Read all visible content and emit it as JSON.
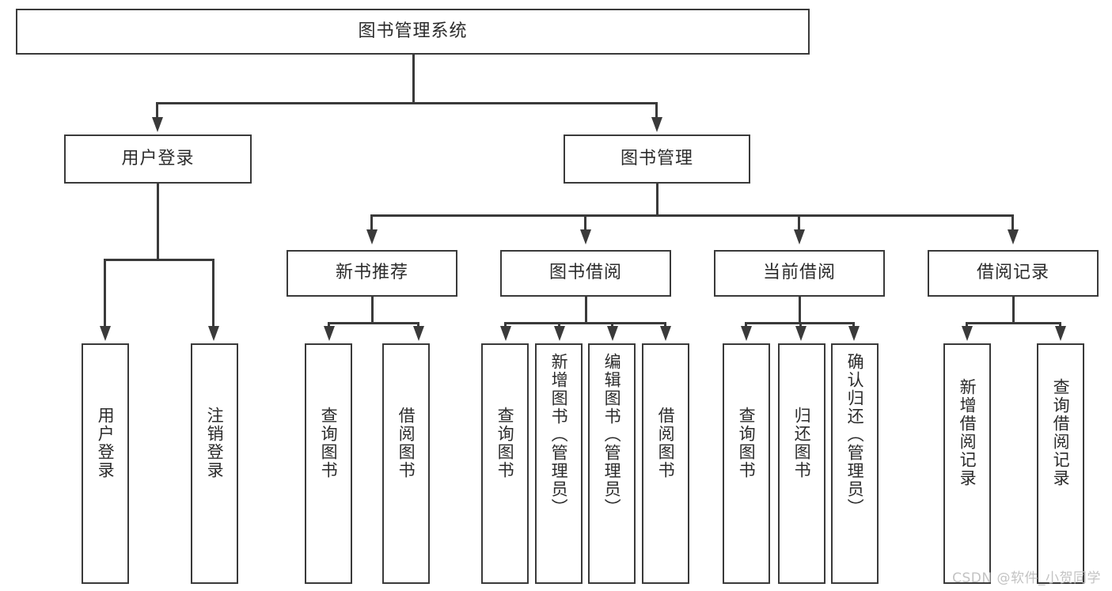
{
  "diagram": {
    "type": "tree-hierarchy",
    "root": {
      "label": "图书管理系统"
    },
    "level2": [
      {
        "label": "用户登录"
      },
      {
        "label": "图书管理"
      }
    ],
    "level3": [
      {
        "label": "新书推荐"
      },
      {
        "label": "图书借阅"
      },
      {
        "label": "当前借阅"
      },
      {
        "label": "借阅记录"
      }
    ],
    "leaves": [
      {
        "label": "用户登录"
      },
      {
        "label": "注销登录"
      },
      {
        "label": "查询图书"
      },
      {
        "label": "借阅图书"
      },
      {
        "label": "查询图书"
      },
      {
        "label": "新增图书（管理员）"
      },
      {
        "label": "编辑图书（管理员）"
      },
      {
        "label": "借阅图书"
      },
      {
        "label": "查询图书"
      },
      {
        "label": "归还图书"
      },
      {
        "label": "确认归还（管理员）"
      },
      {
        "label": "新增借阅记录"
      },
      {
        "label": "查询借阅记录"
      }
    ]
  },
  "watermark": {
    "text": "CSDN @软件_小贺同学"
  },
  "colors": {
    "border": "#3a3a3a",
    "text": "#2b2b2b",
    "background": "#ffffff",
    "watermark": "#c3c3c3"
  }
}
